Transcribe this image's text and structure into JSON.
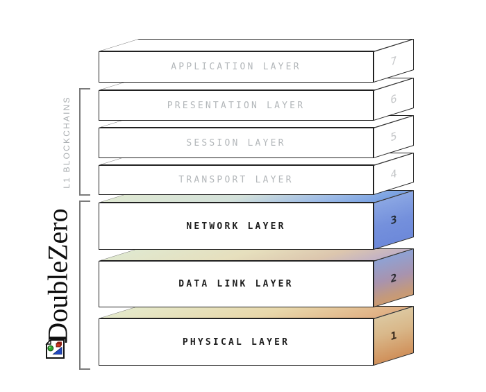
{
  "page": {
    "background": "#ffffff"
  },
  "annotations": {
    "l1_blockchains": {
      "label": "L1 BLOCKCHAINS"
    },
    "doublezero": {
      "label": "DoubleZero"
    }
  },
  "icons": {
    "logo": "broken-image-icon"
  },
  "diagram": {
    "type": "osi-layer-stack",
    "layers": [
      {
        "number": "7",
        "label": "APPLICATION LAYER",
        "emphasis": false,
        "colors": {
          "label": "#b3b7ba",
          "number": "#c3c5c7",
          "top_stops": [
            "#ffffff",
            "#ffffff"
          ],
          "side_stops": [
            "#ffffff",
            "#ffffff"
          ]
        }
      },
      {
        "number": "6",
        "label": "PRESENTATION LAYER",
        "emphasis": false,
        "colors": {
          "label": "#b3b7ba",
          "number": "#c3c5c7",
          "top_stops": [
            "#ffffff",
            "#ffffff"
          ],
          "side_stops": [
            "#ffffff",
            "#ffffff"
          ]
        }
      },
      {
        "number": "5",
        "label": "SESSION LAYER",
        "emphasis": false,
        "colors": {
          "label": "#b3b7ba",
          "number": "#c3c5c7",
          "top_stops": [
            "#ffffff",
            "#ffffff"
          ],
          "side_stops": [
            "#ffffff",
            "#ffffff"
          ]
        }
      },
      {
        "number": "4",
        "label": "TRANSPORT LAYER",
        "emphasis": false,
        "colors": {
          "label": "#b3b7ba",
          "number": "#c3c5c7",
          "top_stops": [
            "#ffffff",
            "#ffffff"
          ],
          "side_stops": [
            "#ffffff",
            "#ffffff"
          ]
        }
      },
      {
        "number": "3",
        "label": "NETWORK LAYER",
        "emphasis": true,
        "colors": {
          "label": "#1d1d1d",
          "number": "#222a33",
          "top_stops": [
            "#dfe8d2",
            "#d3e1da 45%",
            "#9dbbe6 78%",
            "#78a0e2"
          ],
          "side_stops": [
            "#8aa6e3",
            "#7490dc 55%",
            "#6d89da"
          ]
        }
      },
      {
        "number": "2",
        "label": "DATA LINK LAYER",
        "emphasis": true,
        "colors": {
          "label": "#1d1d1d",
          "number": "#2a2a30",
          "top_stops": [
            "#e0e8cf",
            "#e6dfbd 45%",
            "#dcc6ae 78%",
            "#c2b1c5"
          ],
          "side_stops": [
            "#8fa2d4",
            "#a893ae 50%",
            "#c2997e 85%",
            "#cb9a70"
          ]
        }
      },
      {
        "number": "1",
        "label": "PHYSICAL LAYER",
        "emphasis": true,
        "colors": {
          "label": "#1d1d1d",
          "number": "#33261a",
          "top_stops": [
            "#e5e9ca",
            "#e8d8ab 55%",
            "#e0af83"
          ],
          "side_stops": [
            "#dcc79f",
            "#d9b88a 40%",
            "#d0905a"
          ]
        }
      }
    ]
  }
}
